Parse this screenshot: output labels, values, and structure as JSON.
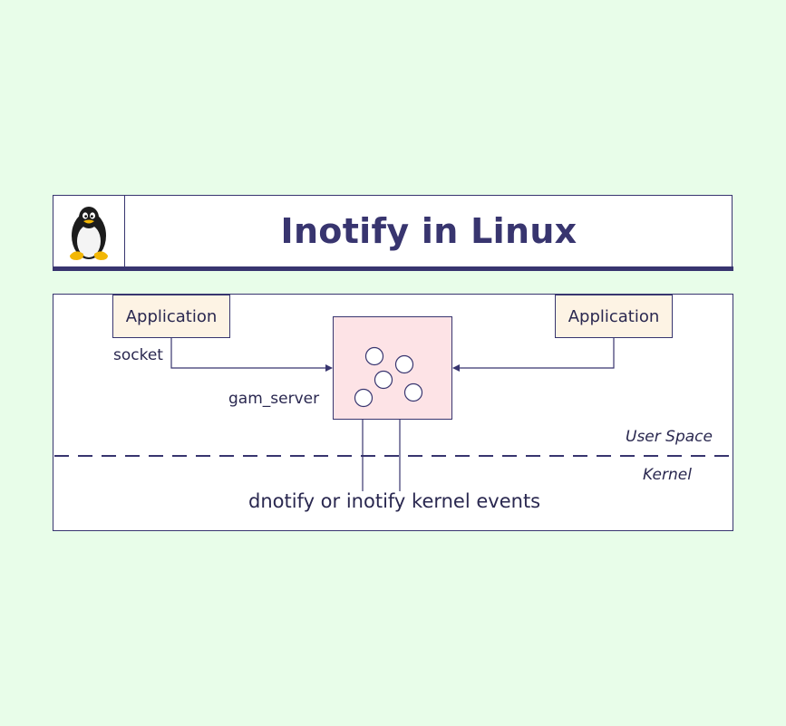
{
  "title": "Inotify in Linux",
  "logo": {
    "icon": "tux-penguin-icon"
  },
  "diagram": {
    "app_left": "Application",
    "app_right": "Application",
    "socket_label": "socket",
    "server_label": "gam_server",
    "user_space_label": "User Space",
    "kernel_label": "Kernel",
    "events_caption": "dnotify or inotify kernel events"
  },
  "colors": {
    "background": "#e8fde9",
    "accent": "#38356f",
    "app_fill": "#fdf3e4",
    "server_fill": "#fde3e6"
  }
}
